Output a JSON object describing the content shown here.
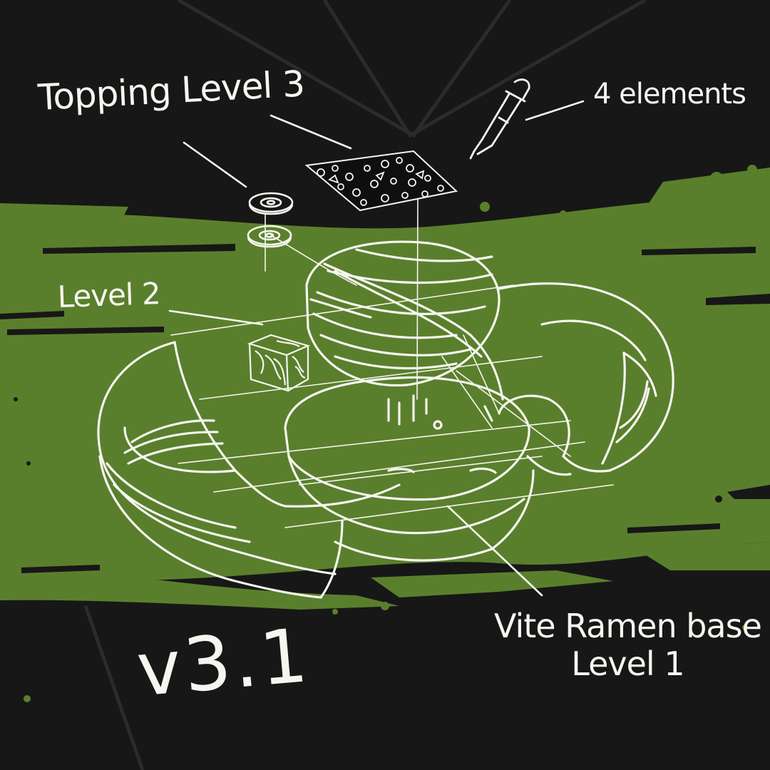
{
  "labels": {
    "topping": "Topping Level 3",
    "elements": "4 elements",
    "level2": "Level 2",
    "base_line1": "Vite Ramen base",
    "base_line2": "Level 1",
    "version": "v3.1"
  },
  "colors": {
    "background": "#171717",
    "brush_green": "#5a7f2c",
    "sketch_line": "#f6f6f0",
    "watermark_v": "#2d2d2d"
  },
  "icons": {
    "pipette": "dropper-icon",
    "seaweed": "nori-sheet-icon",
    "fishcake": "narutomaki-icon"
  }
}
